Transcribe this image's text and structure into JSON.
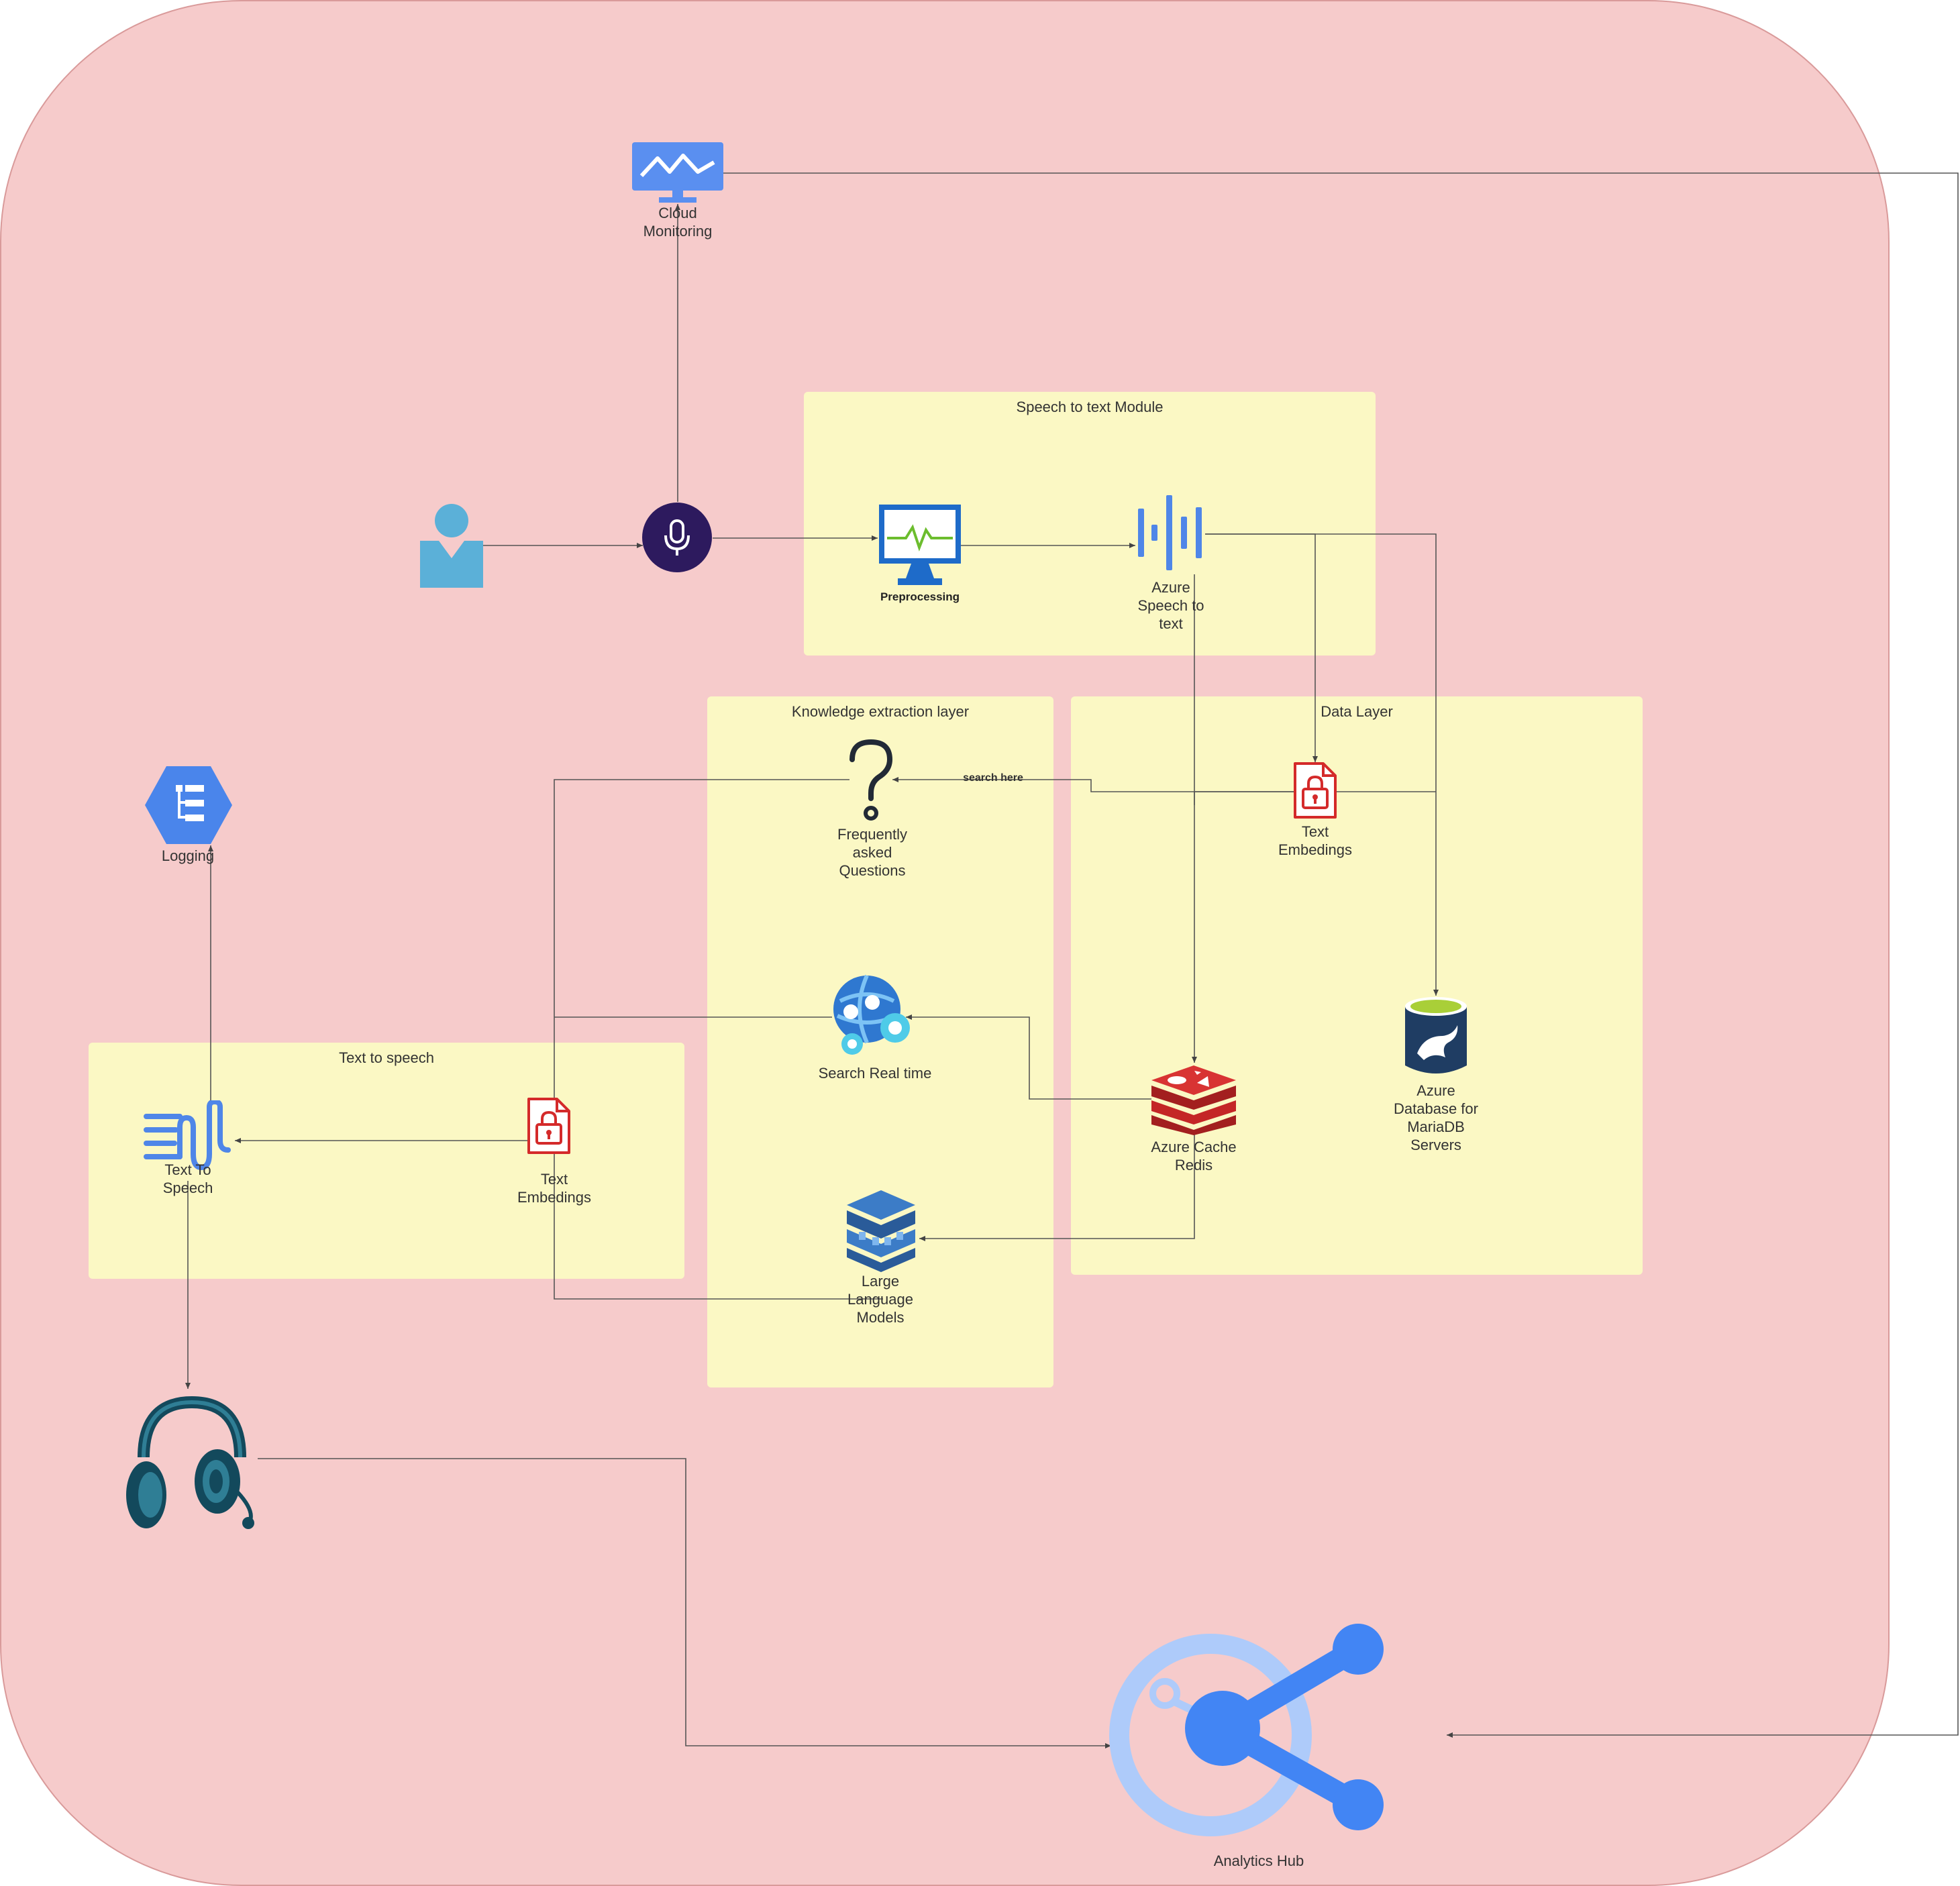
{
  "groups": {
    "speech_to_text_module": "Speech to text Module",
    "knowledge_extraction_layer": "Knowledge extraction layer",
    "data_layer": "Data Layer",
    "text_to_speech": "Text to speech"
  },
  "nodes": {
    "cloud_monitoring": "Cloud\nMonitoring",
    "preprocessing": "Preprocessing",
    "azure_speech_to_text": "Azure\nSpeech to\ntext",
    "text_embedings_data": "Text\nEmbedings",
    "frequently_asked_questions": "Frequently\nasked\nQuestions",
    "search_real_time": "Search Real time",
    "azure_cache_redis": "Azure Cache\nRedis",
    "azure_mariadb": "Azure\nDatabase for\nMariaDB\nServers",
    "large_language_models": "Large\nLanguage\nModels",
    "logging": "Logging",
    "text_to_speech": "Text To\nSpeech",
    "text_embedings_tts": "Text\nEmbedings",
    "analytics_hub": "Analytics Hub"
  },
  "edges": {
    "search_here": "search here"
  },
  "icons": {
    "user": "user-icon",
    "microphone": "microphone-icon",
    "cloud_monitoring": "monitor-chart-icon",
    "preprocessing": "monitor-pulse-icon",
    "speech_to_text": "sound-wave-icon",
    "text_embedings": "locked-document-icon",
    "faq": "question-mark-icon",
    "search": "globe-gear-icon",
    "redis": "redis-icon",
    "mariadb": "database-seal-icon",
    "llm": "model-cube-icon",
    "logging": "logging-hexagon-icon",
    "tts": "text-to-speech-icon",
    "headset": "headset-icon",
    "analytics": "analytics-share-icon"
  },
  "colors": {
    "background": "#f6cbcb",
    "group_fill": "#fbf8c4",
    "line": "#555555",
    "blue": "#4285f4",
    "red": "#d42a2a"
  }
}
